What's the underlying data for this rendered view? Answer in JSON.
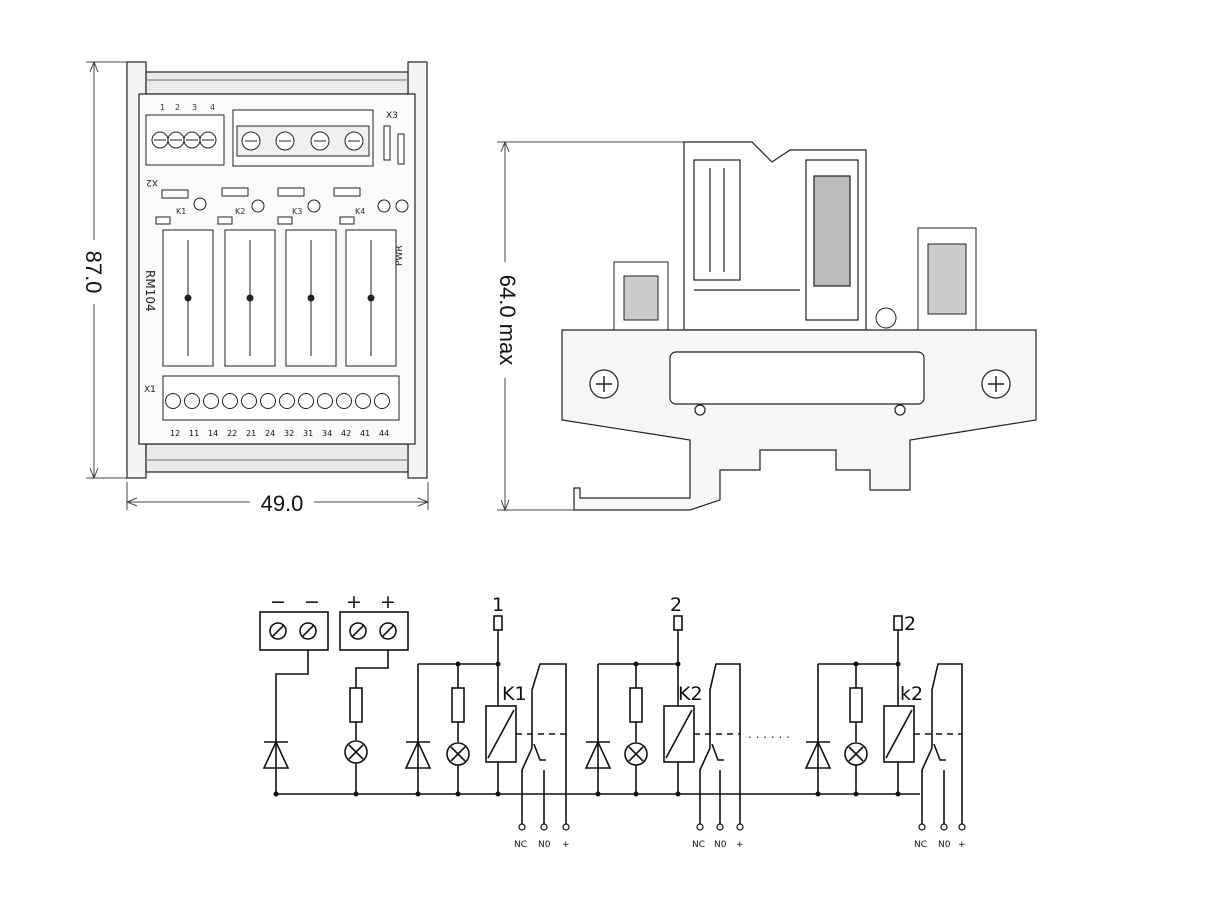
{
  "dimensions": {
    "height": "87.0",
    "width": "49.0",
    "side_height": "64.0 max"
  },
  "board": {
    "model": "RM104",
    "pwr_label": "PWR",
    "connector_x1": "X1",
    "connector_x2": "X2",
    "connector_x3": "X3",
    "x2_pins": [
      "1",
      "2",
      "3",
      "4"
    ],
    "relay_labels": [
      "K1",
      "K2",
      "K3",
      "K4"
    ],
    "x1_pins": [
      "12",
      "11",
      "14",
      "22",
      "21",
      "24",
      "32",
      "31",
      "34",
      "42",
      "41",
      "44"
    ]
  },
  "schematic": {
    "supply_minus": [
      "−",
      "−"
    ],
    "supply_plus": [
      "+",
      "+"
    ],
    "channels": [
      {
        "input": "1",
        "relay": "K1",
        "terminals": [
          "NC",
          "N0",
          "+"
        ]
      },
      {
        "input": "2",
        "relay": "K2",
        "terminals": [
          "NC",
          "N0",
          "+"
        ]
      },
      {
        "input": "2",
        "relay": "k2",
        "terminals": [
          "NC",
          "N0",
          "+"
        ]
      }
    ],
    "ellipsis": ". . . . . ."
  }
}
